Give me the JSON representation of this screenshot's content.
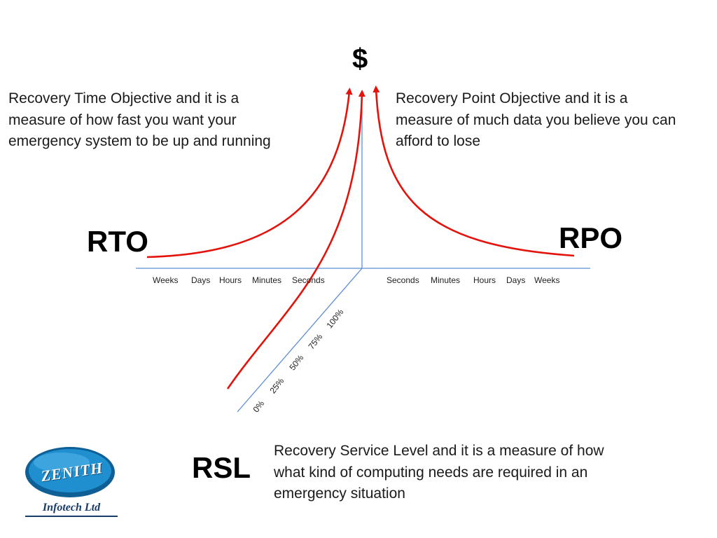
{
  "dollar_label": "$",
  "rto": {
    "label": "RTO",
    "description": [
      "Recovery Time Objective and it is a",
      "measure of how fast you want your",
      "emergency system to be up and running"
    ],
    "ticks": [
      "Weeks",
      "Days",
      "Hours",
      "Minutes",
      "Seconds"
    ]
  },
  "rpo": {
    "label": "RPO",
    "description": [
      "Recovery Point Objective and it is a",
      "measure of much data you believe you can",
      "afford to lose"
    ],
    "ticks": [
      "Seconds",
      "Minutes",
      "Hours",
      "Days",
      "Weeks"
    ]
  },
  "rsl": {
    "label": "RSL",
    "description": [
      "Recovery Service Level and it is a measure of how",
      "what kind of computing needs are required in an",
      "emergency situation"
    ],
    "ticks": [
      "0%",
      "25%",
      "50%",
      "75%",
      "100%"
    ]
  },
  "logo": {
    "word": "ZENITH",
    "subtitle": "Infotech Ltd"
  },
  "colors": {
    "curve": "#e3120b",
    "axis": "#5b8fd6",
    "logo_blue": "#1f8fd0"
  }
}
